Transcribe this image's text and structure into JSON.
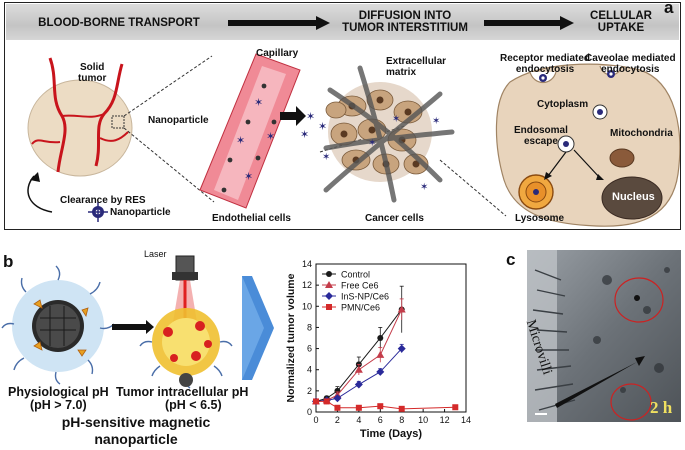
{
  "panel_a": {
    "label": "a",
    "stages": [
      "BLOOD-BORNE TRANSPORT",
      "DIFFUSION INTO\nTUMOR INTERSTITIUM",
      "CELLULAR\nUPTAKE"
    ],
    "tumor": {
      "solid_tumor": "Solid\ntumor",
      "clearance": "Clearance by RES",
      "nanoparticle": "Nanoparticle"
    },
    "vessel": {
      "capillary": "Capillary",
      "nanoparticle": "Nanoparticle",
      "endothelial": "Endothelial cells"
    },
    "matrix": {
      "extracellular": "Extracellular\nmatrix",
      "cancer_cells": "Cancer cells"
    },
    "cell": {
      "receptor": "Receptor mediated\nendocytosis",
      "caveolae": "Caveolae mediated\nendocytosis",
      "cytoplasm": "Cytoplasm",
      "mitochondria": "Mitochondria",
      "endosomal": "Endosomal\nescape",
      "nucleus": "Nucleus",
      "lysosome": "Lysosome"
    }
  },
  "panel_b": {
    "label": "b",
    "laser": "Laser",
    "physio_ph": "Physiological pH",
    "physio_val": "(pH > 7.0)",
    "tumor_ph": "Tumor intracellular pH",
    "tumor_val": "(pH < 6.5)",
    "caption": "pH-sensitive magnetic\nnanoparticle"
  },
  "panel_c": {
    "label": "c",
    "microvilli": "Microvilli",
    "time": "2 h"
  },
  "chart_data": {
    "type": "line",
    "xlabel": "Time  (Days)",
    "ylabel": "Normalized  tumor volume",
    "xlim": [
      0,
      14
    ],
    "ylim": [
      0,
      14
    ],
    "xticks": [
      0,
      2,
      4,
      6,
      8,
      10,
      12,
      14
    ],
    "yticks": [
      0,
      2,
      4,
      6,
      8,
      10,
      12,
      14
    ],
    "legend_position": "top-left",
    "series": [
      {
        "name": "Control",
        "color": "#1a1a1a",
        "marker": "circle",
        "x": [
          0,
          1,
          2,
          4,
          6,
          8
        ],
        "y": [
          1,
          1.3,
          2,
          4.5,
          7,
          9.7
        ],
        "err": [
          0.1,
          0.2,
          0.4,
          0.7,
          1.0,
          2.2
        ]
      },
      {
        "name": "Free Ce6",
        "color": "#c43c4a",
        "marker": "triangle",
        "x": [
          0,
          1,
          2,
          4,
          6,
          8
        ],
        "y": [
          1,
          1.1,
          1.6,
          4.0,
          5.4,
          9.7
        ],
        "err": [
          0.1,
          0.2,
          0.3,
          0.5,
          0.7,
          1.0
        ]
      },
      {
        "name": "InS-NP/Ce6",
        "color": "#2a2a9a",
        "marker": "diamond",
        "x": [
          0,
          1,
          2,
          4,
          6,
          8
        ],
        "y": [
          1,
          1.1,
          1.3,
          2.6,
          3.8,
          6.0
        ],
        "err": [
          0.1,
          0.1,
          0.2,
          0.3,
          0.3,
          0.4
        ]
      },
      {
        "name": "PMN/Ce6",
        "color": "#d42a2a",
        "marker": "square",
        "x": [
          0,
          1,
          2,
          4,
          6,
          8,
          13
        ],
        "y": [
          1,
          1.0,
          0.4,
          0.4,
          0.55,
          0.3,
          0.45
        ],
        "err": [
          0.1,
          0.1,
          0.1,
          0.1,
          0.15,
          0.1,
          0.1
        ]
      }
    ]
  }
}
